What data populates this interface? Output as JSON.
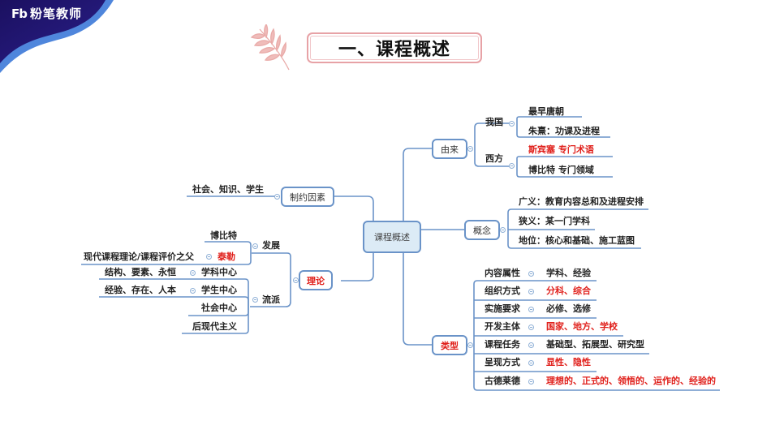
{
  "brand": {
    "logo_mark": "Fb",
    "name": "粉笔教师"
  },
  "title": "一、课程概述",
  "mindmap": {
    "center": "课程概述",
    "right": {
      "origin": {
        "label": "由来",
        "children": [
          {
            "label": "我国",
            "items": [
              {
                "text": "最早唐朝",
                "color": "black"
              },
              {
                "text": "朱熹：功课及进程",
                "color": "black"
              }
            ]
          },
          {
            "label": "西方",
            "items": [
              {
                "text": "斯宾塞 专门术语",
                "color": "red"
              },
              {
                "text": "博比特 专门领域",
                "color": "black"
              }
            ]
          }
        ]
      },
      "concept": {
        "label": "概念",
        "items": [
          "广义：教育内容总和及进程安排",
          "狭义：某一门学科",
          "地位：核心和基础、施工蓝图"
        ]
      },
      "types": {
        "label": "类型",
        "rows": [
          {
            "key": "内容属性",
            "value": "学科、经验",
            "color": "black"
          },
          {
            "key": "组织方式",
            "value": "分科、综合",
            "color": "red"
          },
          {
            "key": "实施要求",
            "value": "必修、选修",
            "color": "black"
          },
          {
            "key": "开发主体",
            "value": "国家、地方、学校",
            "color": "red"
          },
          {
            "key": "课程任务",
            "value": "基础型、拓展型、研究型",
            "color": "black"
          },
          {
            "key": "呈现方式",
            "value": "显性、隐性",
            "color": "red"
          },
          {
            "key": "古德莱德",
            "value": "理想的、正式的、领悟的、运作的、经验的",
            "color": "red"
          }
        ]
      }
    },
    "left": {
      "constraints": {
        "label": "制约因素",
        "item": "社会、知识、学生"
      },
      "theory": {
        "label": "理论",
        "development": {
          "label": "发展",
          "items": [
            {
              "text": "博比特",
              "color": "black"
            },
            {
              "text": "泰勒",
              "color": "red",
              "note": "现代课程理论/课程评价之父"
            }
          ]
        },
        "schools": {
          "label": "流派",
          "items": [
            {
              "text": "学科中心",
              "note": "结构、要素、永恒"
            },
            {
              "text": "学生中心",
              "note": "经验、存在、人本"
            },
            {
              "text": "社会中心"
            },
            {
              "text": "后现代主义"
            }
          ]
        }
      }
    }
  },
  "colors": {
    "line": "#6a93c8",
    "accent_red": "#e0201b",
    "center_fill": "#dcebf6",
    "title_border": "#e7a2a6",
    "corner_dark": "#1d1466",
    "corner_light": "#3d6fd0"
  }
}
